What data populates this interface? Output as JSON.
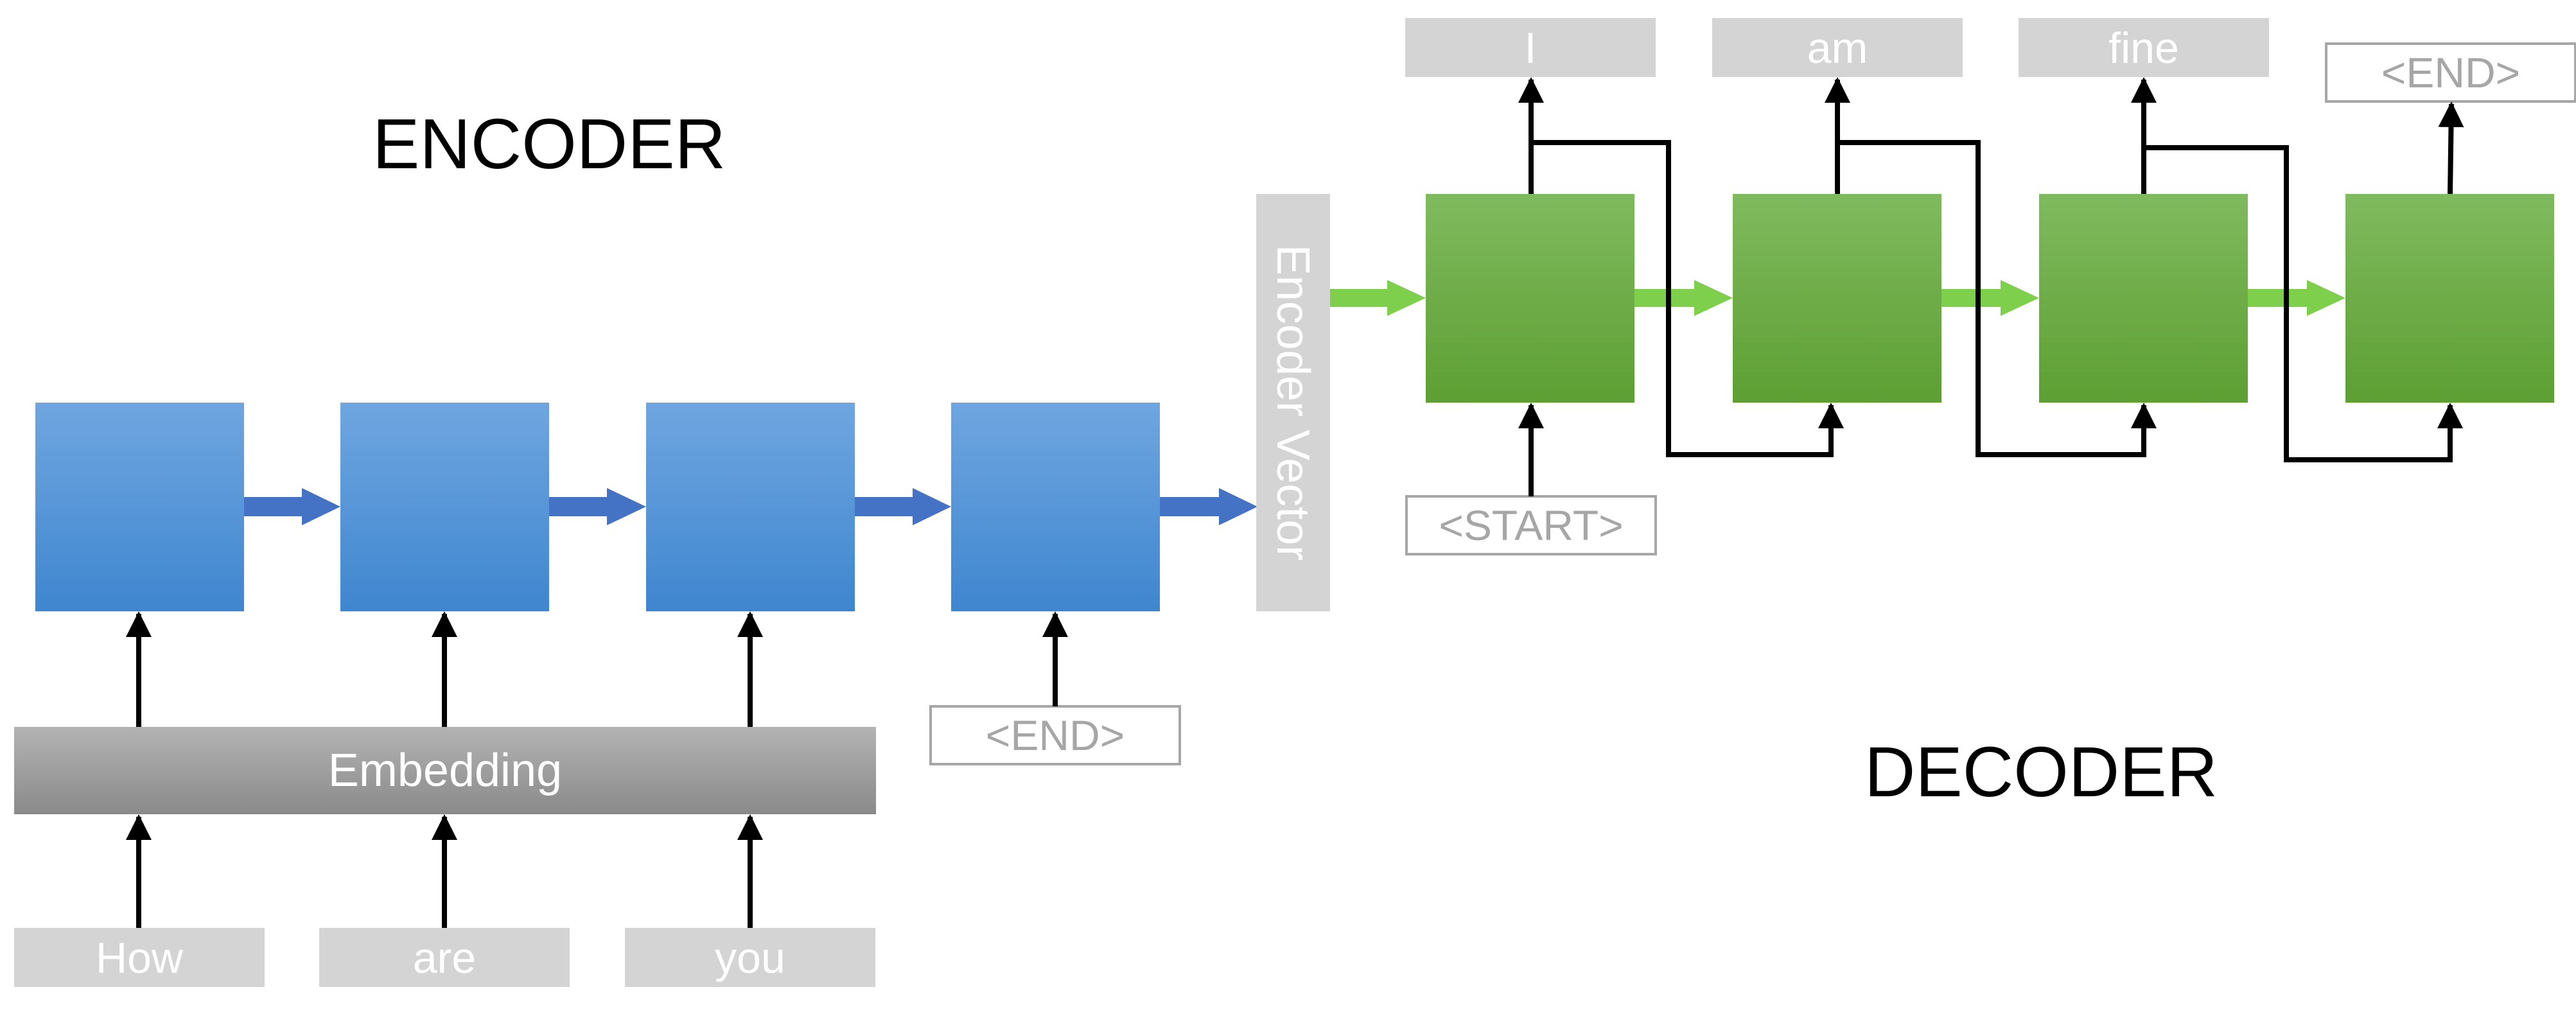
{
  "colors": {
    "encoder_cell": "#4f8fd6",
    "decoder_cell": "#6aad43",
    "encoder_arrow": "#4472c4",
    "decoder_arrow": "#7ecf4b",
    "token_box": "#d4d4d4",
    "embedding_bar": "#9b9b9b",
    "outline_token_text": "#a6a6a6"
  },
  "labels": {
    "encoder": "ENCODER",
    "decoder": "DECODER",
    "embedding": "Embedding",
    "encoder_vector": "Encoder Vector"
  },
  "encoder": {
    "inputs": [
      "How",
      "are",
      "you"
    ],
    "end_token": "<END>"
  },
  "decoder": {
    "start_token": "<START>",
    "outputs": [
      "I",
      "am",
      "fine"
    ],
    "end_token": "<END>"
  }
}
